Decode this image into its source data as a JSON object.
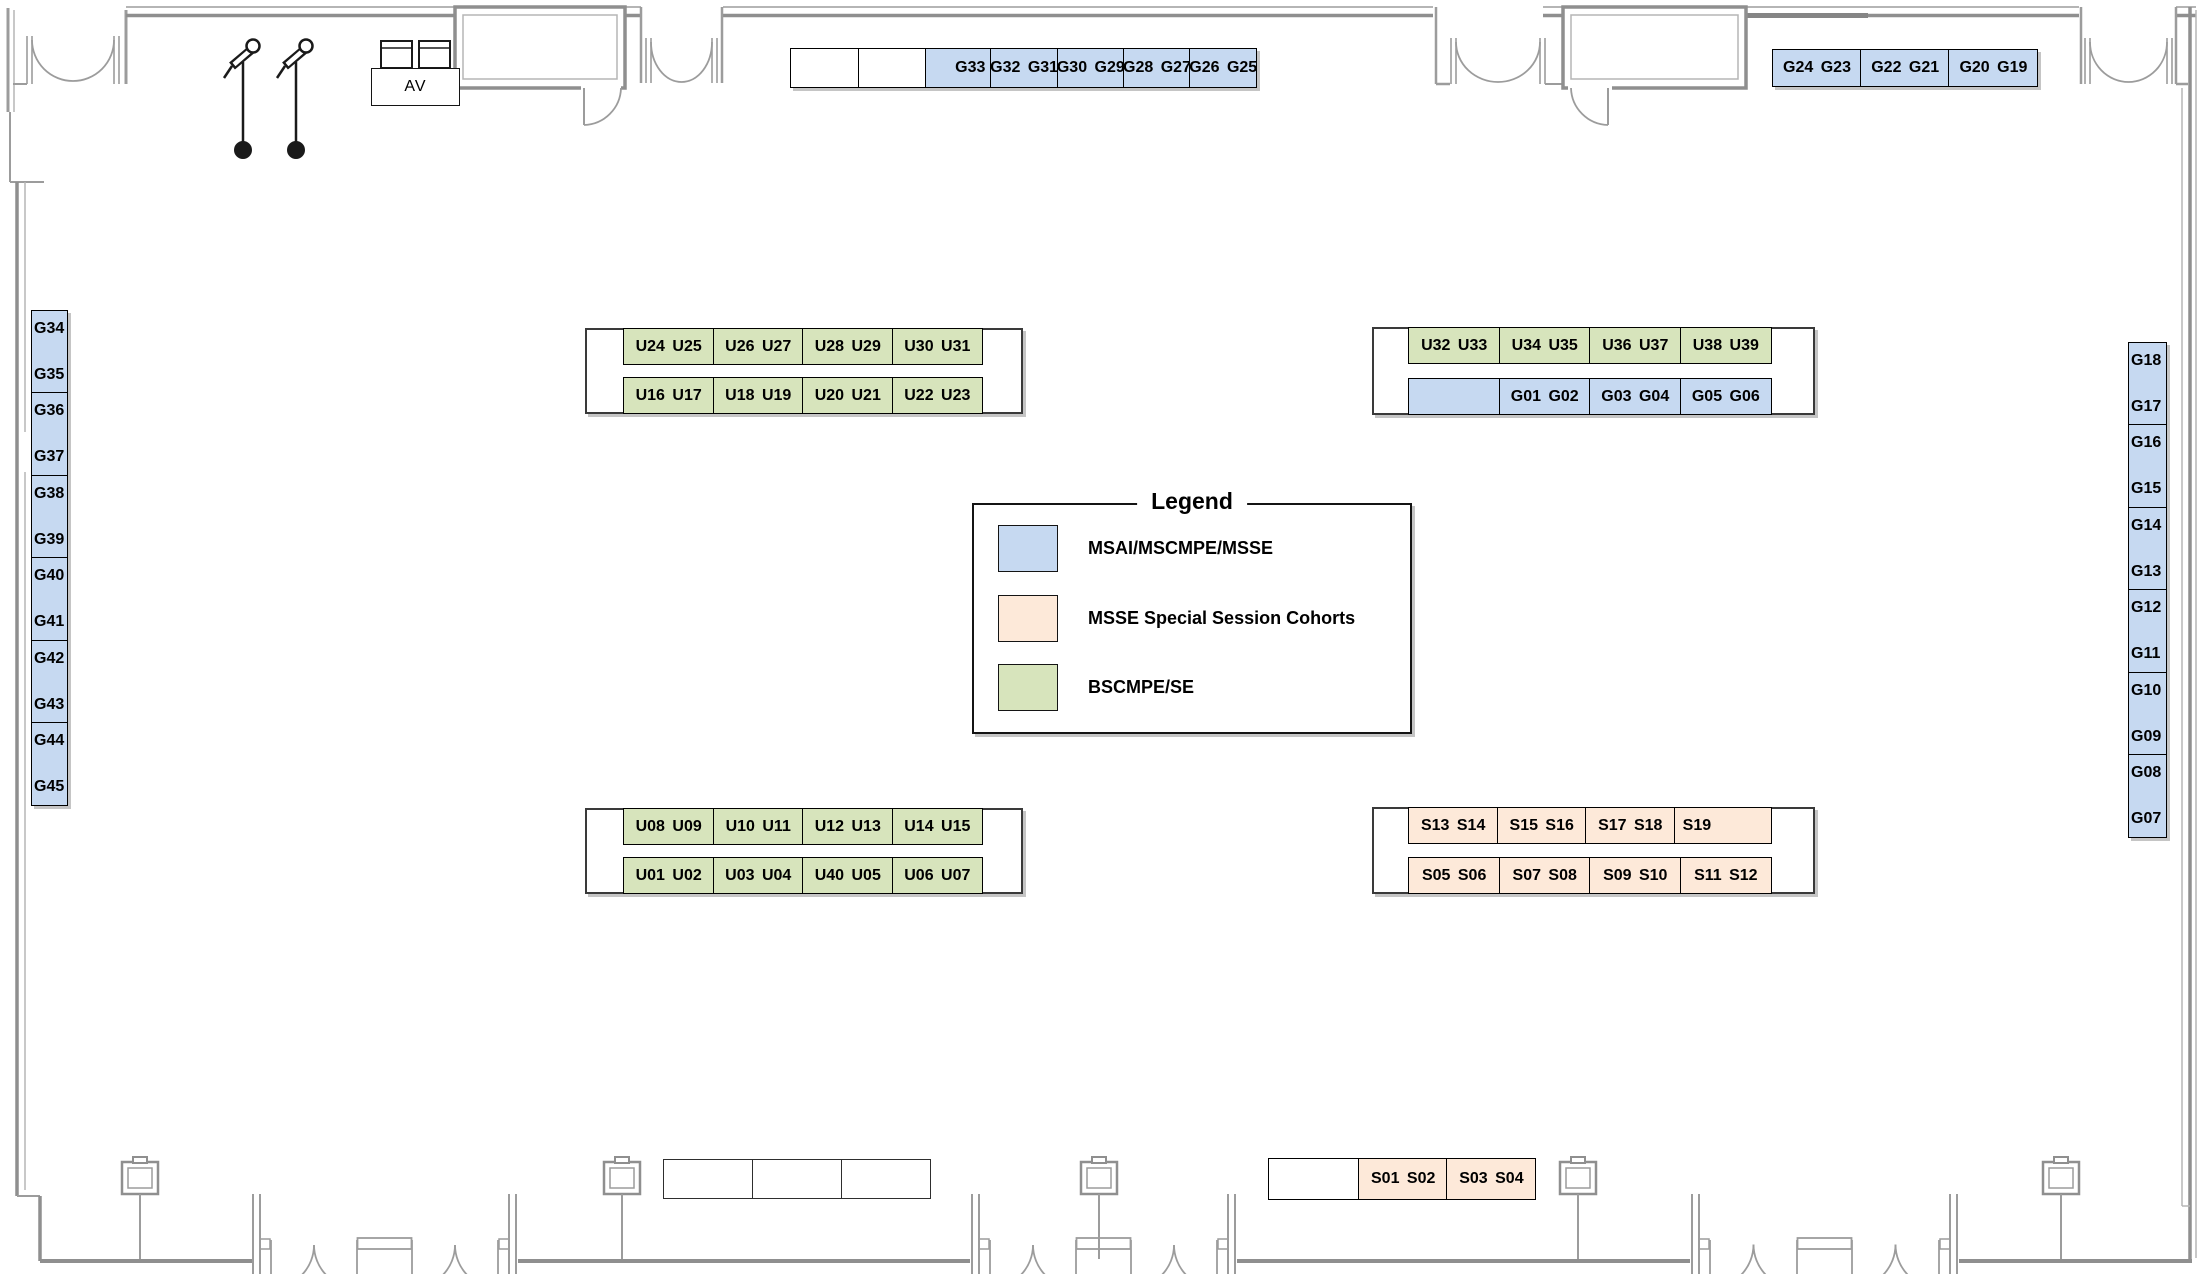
{
  "legend": {
    "title": "Legend",
    "items": [
      {
        "label": "MSAI/MSCMPE/MSSE",
        "color": "#c6d9f1"
      },
      {
        "label": "MSSE Special Session Cohorts",
        "color": "#fde9d9"
      },
      {
        "label": "BSCMPE/SE",
        "color": "#d7e4bc"
      }
    ]
  },
  "av": {
    "label": "AV"
  },
  "colors": {
    "msai_blue": "#c6d9f1",
    "msse_special_peach": "#fde9d9",
    "bscmpe_green": "#d7e4bc",
    "wall_gray": "#9c9c9c"
  },
  "banners": {
    "top_center": [
      "",
      "",
      "G33",
      "G32 G31",
      "G30 G29",
      "G28 G27",
      "G26 G25"
    ],
    "top_right": [
      "G24 G23",
      "G22 G21",
      "G20 G19"
    ],
    "bottom_right": [
      "",
      "S01 S02",
      "S03 S04"
    ]
  },
  "wall_columns": {
    "left": [
      [
        "G34",
        "G35"
      ],
      [
        "G36",
        "G37"
      ],
      [
        "G38",
        "G39"
      ],
      [
        "G40",
        "G41"
      ],
      [
        "G42",
        "G43"
      ],
      [
        "G44",
        "G45"
      ]
    ],
    "right": [
      [
        "G18",
        "G17"
      ],
      [
        "G16",
        "G15"
      ],
      [
        "G14",
        "G13"
      ],
      [
        "G12",
        "G11"
      ],
      [
        "G10",
        "G09"
      ],
      [
        "G08",
        "G07"
      ]
    ]
  },
  "tables": {
    "upper_left": {
      "top_row": [
        "U24 U25",
        "U26 U27",
        "U28 U29",
        "U30 U31"
      ],
      "bottom_row": [
        "U16 U17",
        "U18 U19",
        "U20 U21",
        "U22 U23"
      ]
    },
    "upper_right": {
      "top_row": [
        "U32 U33",
        "U34 U35",
        "U36 U37",
        "U38 U39"
      ],
      "bottom_row": [
        "",
        "G01 G02",
        "G03 G04",
        "G05 G06"
      ]
    },
    "lower_left": {
      "top_row": [
        "U08 U09",
        "U10 U11",
        "U12 U13",
        "U14 U15"
      ],
      "bottom_row": [
        "U01 U02",
        "U03 U04",
        "U40 U05",
        "U06 U07"
      ]
    },
    "lower_right": {
      "top_row": [
        "S13 S14",
        "S15 S16",
        "S17 S18",
        "S19"
      ],
      "bottom_row": [
        "S05 S06",
        "S07 S08",
        "S09 S10",
        "S11 S12"
      ]
    }
  }
}
